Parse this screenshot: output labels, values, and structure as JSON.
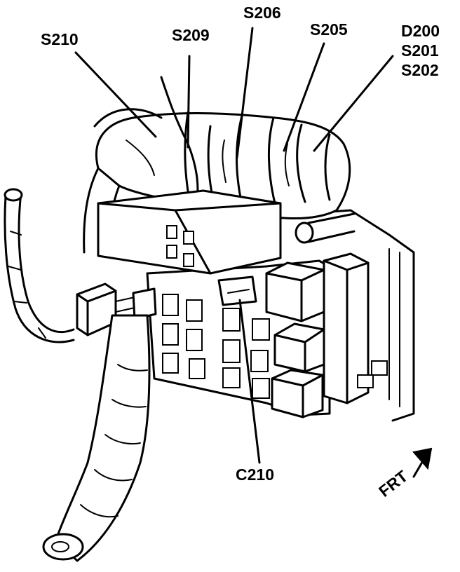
{
  "labels": {
    "s210": "S210",
    "s209": "S209",
    "s206": "S206",
    "s205": "S205",
    "d200": "D200",
    "s201": "S201",
    "s202": "S202",
    "c210": "C210",
    "frt": "FRT"
  }
}
